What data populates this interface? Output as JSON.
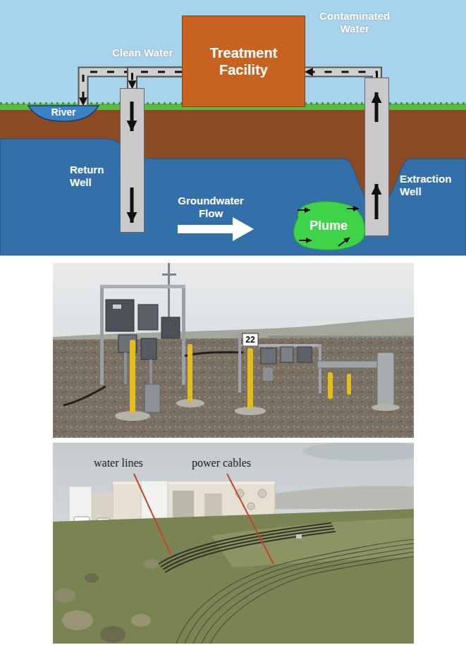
{
  "diagram": {
    "nodes": [
      {
        "text": [
          "Treatment Facility"
        ]
      },
      {
        "text": [
          "River"
        ]
      },
      {
        "text": [
          "Return Well"
        ]
      },
      {
        "text": [
          "Extraction Well"
        ]
      },
      {
        "text": [
          "Plume"
        ]
      }
    ],
    "edges": [
      {
        "from": 0,
        "to": 1,
        "arrow": "to",
        "label": "Clean Water"
      },
      {
        "from": 0,
        "to": 2,
        "arrow": "to"
      },
      {
        "from": 3,
        "to": 0,
        "arrow": "to",
        "label": "Contaminated Water"
      }
    ],
    "labels": [
      "Groundwater Flow",
      "22",
      "water lines",
      "power cables"
    ]
  }
}
